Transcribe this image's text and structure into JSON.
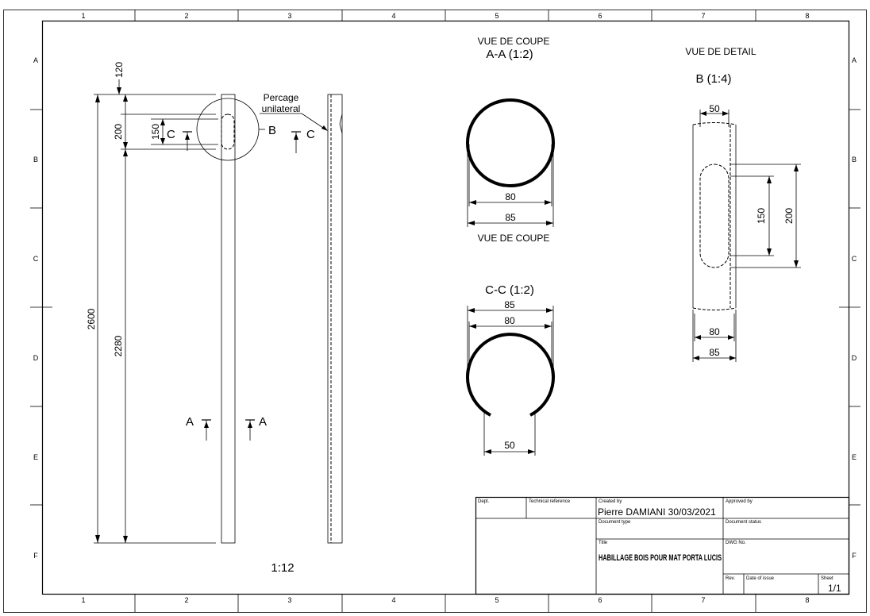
{
  "border": {
    "columns": [
      "1",
      "2",
      "3",
      "4",
      "5",
      "6",
      "7",
      "8"
    ],
    "rows": [
      "A",
      "B",
      "C",
      "D",
      "E",
      "F"
    ]
  },
  "front_view": {
    "dims": {
      "d120": "120",
      "d200": "200",
      "d150": "150",
      "d2600": "2600",
      "d2280": "2280"
    },
    "section_c_letter": "C",
    "section_a_letter": "A",
    "detail_letter": "B",
    "note_line1": "Percage",
    "note_line2": "unilateral",
    "scale": "1:12"
  },
  "section_aa": {
    "caption": "VUE DE COUPE",
    "title": "A-A (1:2)",
    "dim_inner": "80",
    "dim_outer": "85"
  },
  "section_cc": {
    "caption": "VUE DE COUPE",
    "title": "C-C (1:2)",
    "dim_outer": "85",
    "dim_inner": "80",
    "dim_slot": "50"
  },
  "detail_b": {
    "caption": "VUE DE DETAIL",
    "title": "B (1:4)",
    "dim_width": "50",
    "dim_slot": "150",
    "dim_total": "200",
    "dim_inner": "80",
    "dim_outer": "85"
  },
  "title_block": {
    "dept_label": "Dept.",
    "tech_ref_label": "Technical reference",
    "created_by_label": "Created by",
    "created_by_value": "Pierre DAMIANI 30/03/2021",
    "approved_by_label": "Approved by",
    "doc_type_label": "Document type",
    "doc_status_label": "Document status",
    "title_label": "Title",
    "title_value": "HABILLAGE BOIS POUR MAT PORTA LUCIS",
    "dwg_no_label": "DWG No.",
    "rev_label": "Rev.",
    "date_issue_label": "Date of issue",
    "sheet_label": "Sheet",
    "sheet_value": "1/1"
  }
}
